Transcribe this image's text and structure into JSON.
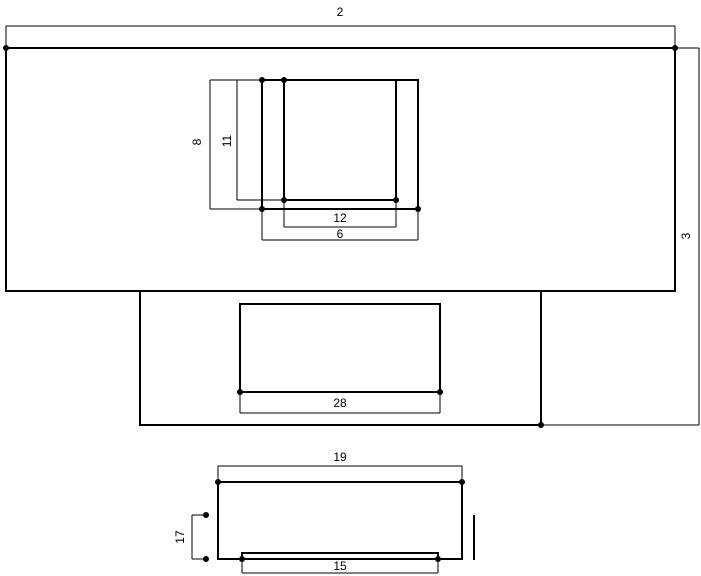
{
  "dimensions": {
    "top_width": "2",
    "right_height": "3",
    "outer_square_height": "8",
    "inner_square_height": "11",
    "inner_square_width": "12",
    "outer_square_width": "6",
    "lower_rect_width": "28",
    "bottom_part_width": "19",
    "bottom_part_height": "17",
    "bottom_slot_width": "15"
  }
}
